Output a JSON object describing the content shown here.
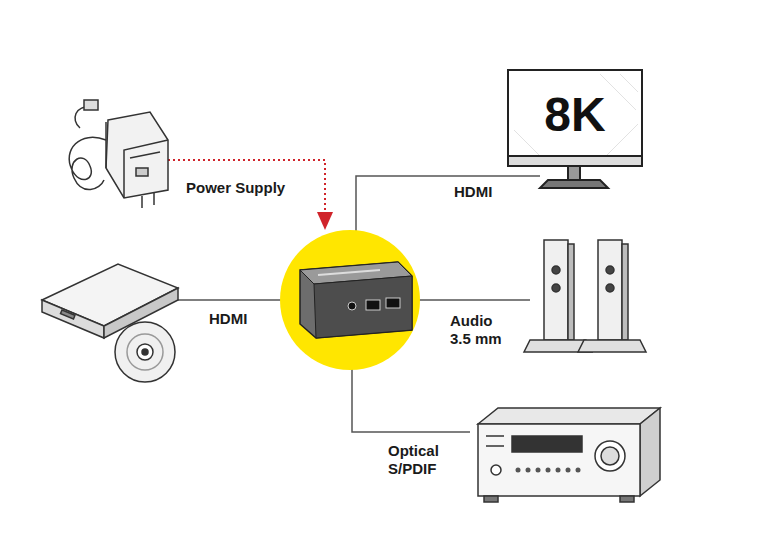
{
  "diagram": {
    "nodes": [
      {
        "text": [
          "8K"
        ]
      }
    ],
    "labels": [
      "Power Supply",
      "HDMI",
      "HDMI",
      "Audio 3.5 mm",
      "Optical S/PDIF"
    ]
  }
}
